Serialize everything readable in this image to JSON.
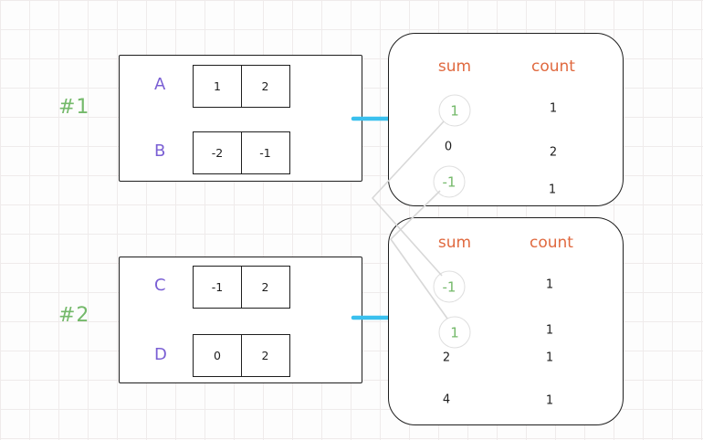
{
  "colors": {
    "green": "#74b96a",
    "purple": "#7a5fd4",
    "orange": "#e0693f",
    "arrow": "#3ac0ee",
    "line": "#d8d8d8",
    "ink": "#1e1e1e"
  },
  "groups": [
    {
      "label": "#1",
      "rows": [
        {
          "name": "A",
          "cells": [
            "1",
            "2"
          ]
        },
        {
          "name": "B",
          "cells": [
            "-2",
            "-1"
          ]
        }
      ],
      "table": {
        "headers": {
          "sum": "sum",
          "count": "count"
        },
        "rows": [
          {
            "sum": "1",
            "count": "1",
            "highlight": true
          },
          {
            "sum": "0",
            "count": "2",
            "highlight": false
          },
          {
            "sum": "-1",
            "count": "1",
            "highlight": true
          }
        ]
      }
    },
    {
      "label": "#2",
      "rows": [
        {
          "name": "C",
          "cells": [
            "-1",
            "2"
          ]
        },
        {
          "name": "D",
          "cells": [
            "0",
            "2"
          ]
        }
      ],
      "table": {
        "headers": {
          "sum": "sum",
          "count": "count"
        },
        "rows": [
          {
            "sum": "-1",
            "count": "1",
            "highlight": true
          },
          {
            "sum": "1",
            "count": "1",
            "highlight": true
          },
          {
            "sum": "2",
            "count": "1",
            "highlight": false
          },
          {
            "sum": "4",
            "count": "1",
            "highlight": false
          }
        ]
      }
    }
  ]
}
